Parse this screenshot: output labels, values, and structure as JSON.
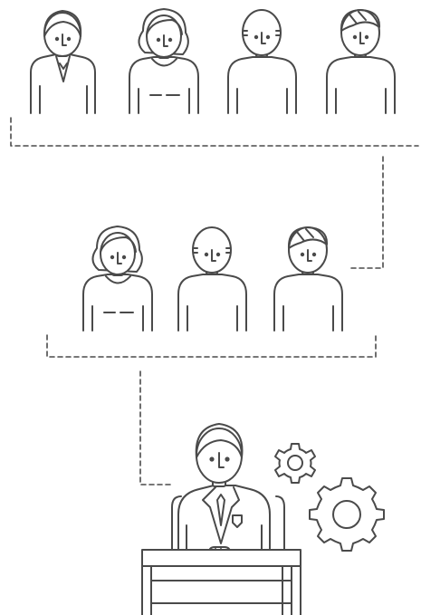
{
  "colors": {
    "line": "#4a4a4a",
    "background": "#ffffff"
  },
  "groups": [
    {
      "name": "top-row",
      "members": [
        "man-suit",
        "woman-long-hair",
        "bald-man",
        "man-side-part"
      ]
    },
    {
      "name": "middle-row",
      "members": [
        "woman-long-hair",
        "bald-man",
        "man-side-part"
      ]
    },
    {
      "name": "leader",
      "members": [
        "boss-at-desk"
      ]
    }
  ],
  "icons": [
    "gear-small-icon",
    "gear-large-icon"
  ]
}
